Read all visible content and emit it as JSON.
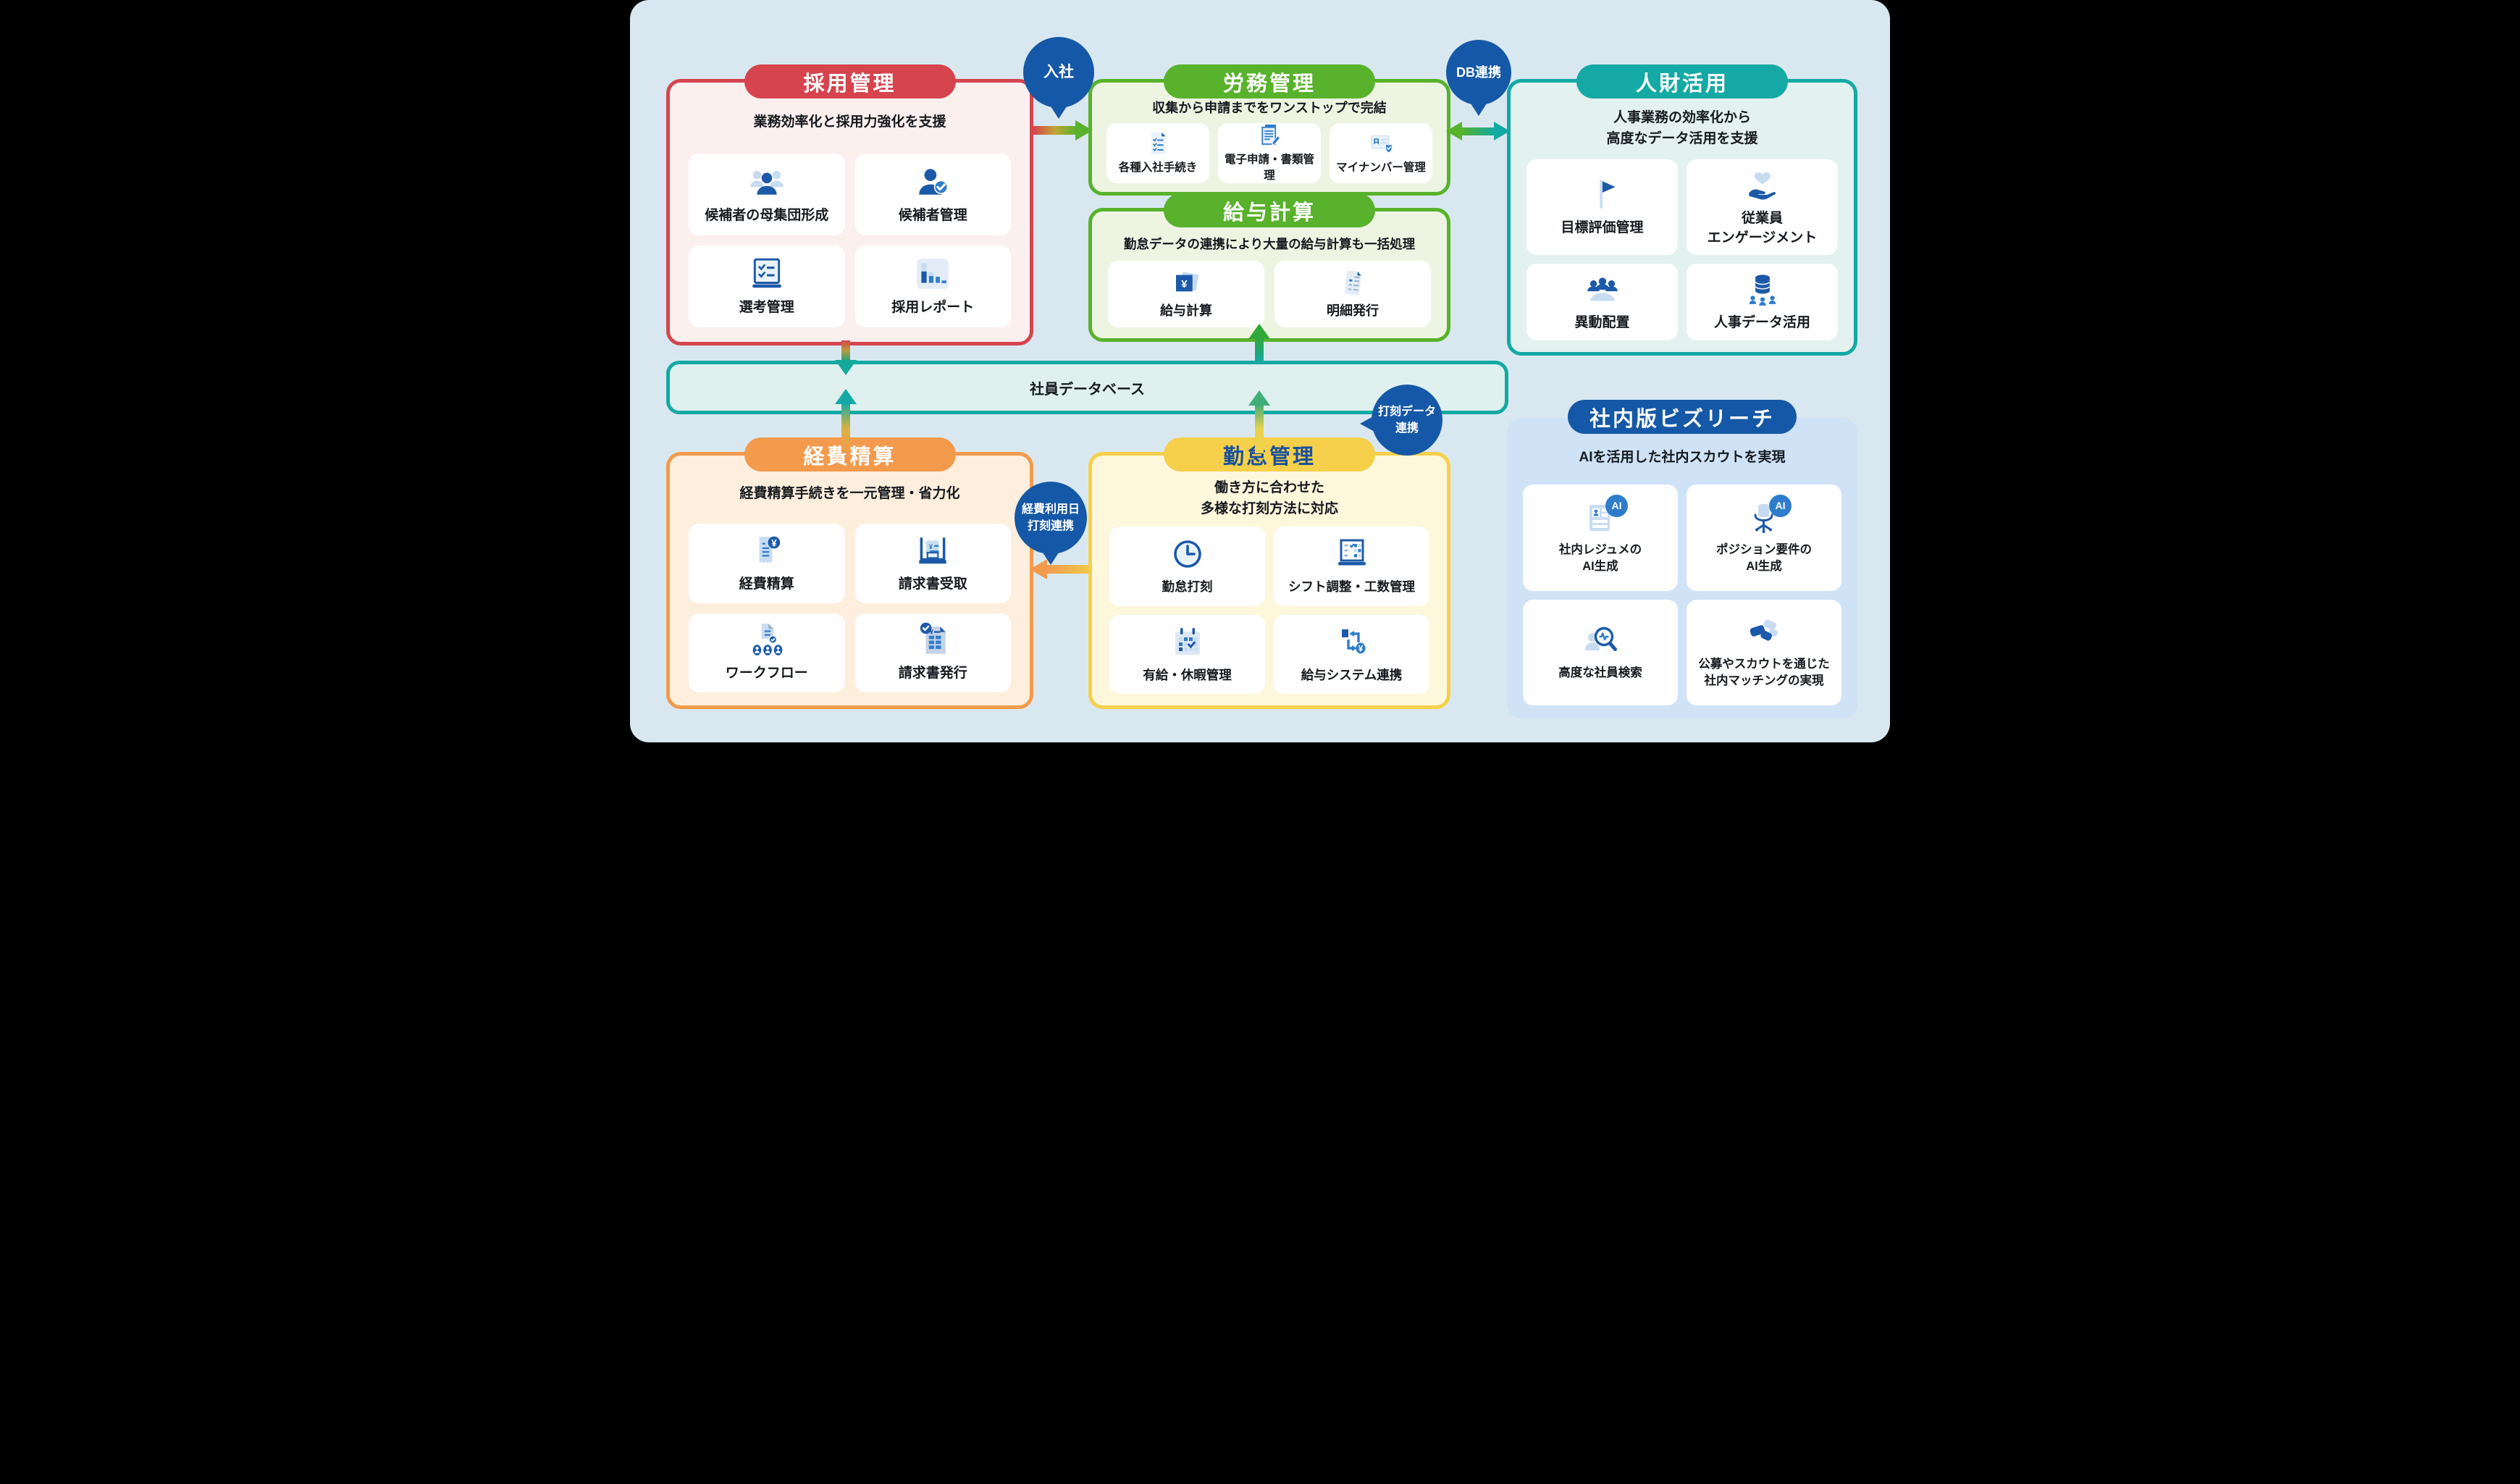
{
  "colors": {
    "red": "#d6444e",
    "green": "#58b22c",
    "teal": "#14a9a4",
    "orange": "#f39a4c",
    "yellow": "#f6d04b",
    "blue": "#1558a7",
    "icon_dark_blue": "#1c5aa9",
    "icon_mid_blue": "#2f7ccc",
    "icon_light_blue": "#c8dcf1",
    "background": "#d9e8f0"
  },
  "glyphs": {
    "yen": "¥"
  },
  "blocks": {
    "recruitment": {
      "title": "採用管理",
      "subtitle": "業務効率化と採用力強化を支援",
      "items": [
        {
          "label": "候補者の母集団形成",
          "icon": "people-group-icon"
        },
        {
          "label": "候補者管理",
          "icon": "person-check-icon"
        },
        {
          "label": "選考管理",
          "icon": "screening-checklist-icon"
        },
        {
          "label": "採用レポート",
          "icon": "bar-chart-icon"
        }
      ]
    },
    "labor": {
      "title": "労務管理",
      "subtitle": "収集から申請までをワンストップで完結",
      "items": [
        {
          "label": "各種入社手続き",
          "icon": "onboarding-doc-icon"
        },
        {
          "label": "電子申請・書類管理",
          "icon": "e-application-doc-icon"
        },
        {
          "label": "マイナンバー管理",
          "icon": "id-card-shield-icon"
        }
      ]
    },
    "payroll": {
      "title": "給与計算",
      "subtitle": "勤怠データの連携により大量の給与計算も一括処理",
      "items": [
        {
          "label": "給与計算",
          "icon": "yen-square-icon"
        },
        {
          "label": "明細発行",
          "icon": "payslip-icon"
        }
      ]
    },
    "hr_utilization": {
      "title": "人財活用",
      "subtitle": "人事業務の効率化から\n高度なデータ活用を支援",
      "items": [
        {
          "label": "目標評価管理",
          "icon": "flag-icon"
        },
        {
          "label": "従業員\nエンゲージメント",
          "icon": "heart-hand-icon"
        },
        {
          "label": "異動配置",
          "icon": "people-arc-icon"
        },
        {
          "label": "人事データ活用",
          "icon": "database-people-icon"
        }
      ]
    },
    "employee_db": {
      "label": "社員データベース"
    },
    "expense": {
      "title": "経費精算",
      "subtitle": "経費精算手続きを一元管理・省力化",
      "items": [
        {
          "label": "経費精算",
          "icon": "receipt-yen-icon"
        },
        {
          "label": "請求書受取",
          "icon": "invoice-inbox-icon"
        },
        {
          "label": "ワークフロー",
          "icon": "workflow-icon"
        },
        {
          "label": "請求書発行",
          "icon": "invoice-issue-icon"
        }
      ]
    },
    "attendance": {
      "title": "勤怠管理",
      "subtitle": "働き方に合わせた\n多様な打刻方法に対応",
      "items": [
        {
          "label": "勤怠打刻",
          "icon": "clock-icon"
        },
        {
          "label": "シフト調整・工数管理",
          "icon": "shift-laptop-icon"
        },
        {
          "label": "有給・休暇管理",
          "icon": "calendar-check-icon"
        },
        {
          "label": "給与システム連携",
          "icon": "payroll-link-icon"
        }
      ]
    },
    "bizreach": {
      "title": "社内版ビズリーチ",
      "subtitle": "AIを活用した社内スカウトを実現",
      "items": [
        {
          "label": "社内レジュメの\nAI生成",
          "icon": "resume-ai-icon",
          "badge": "AI"
        },
        {
          "label": "ポジション要件の\nAI生成",
          "icon": "chair-ai-icon",
          "badge": "AI"
        },
        {
          "label": "高度な社員検索",
          "icon": "member-search-icon"
        },
        {
          "label": "公募やスカウトを通じた\n社内マッチングの実現",
          "icon": "handshake-icon"
        }
      ]
    }
  },
  "connectors": {
    "nyusha": {
      "label": "入社"
    },
    "db_renkei": {
      "label": "DB連携"
    },
    "dakoku_data": {
      "label": "打刻データ\n連携"
    },
    "keihi_dakoku": {
      "label": "経費利用日\n打刻連携"
    }
  }
}
